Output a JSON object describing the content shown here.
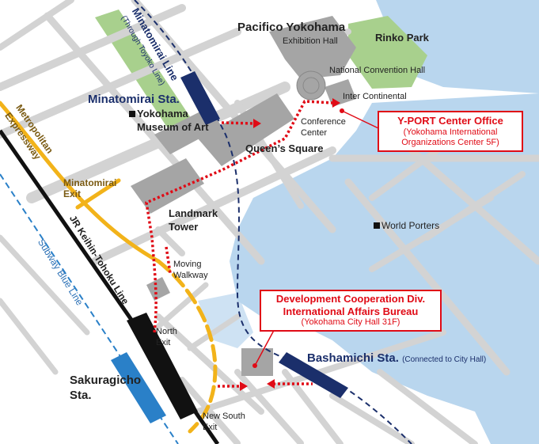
{
  "labels": {
    "pacifico": "Pacifico Yokohama",
    "exhibition_hall": "Exhibition Hall",
    "rinko_park": "Rinko Park",
    "national_convention_hall": "National Convention Hall",
    "inter_continental": "Inter Continental",
    "conference_center_1": "Conference",
    "conference_center_2": "Center",
    "minatomirai_line": "Minatomirai Line",
    "through_toyoko": "(Through Toyoko Line)",
    "minatomirai_sta": "Minatomirai Sta.",
    "museum_1": "Yokohama",
    "museum_2": "Museum of Art",
    "queens_square": "Queen’s Square",
    "metropolitan_1": "Metropolitan",
    "metropolitan_2": "Expressway",
    "minatomirai_exit_1": "Minatomirai",
    "minatomirai_exit_2": "Exit",
    "landmark_1": "Landmark",
    "landmark_2": "Tower",
    "world_porters": "World Porters",
    "moving_walkway_1": "Moving",
    "moving_walkway_2": "Walkway",
    "jr_line": "JR Keihin-Tohoku Line",
    "subway_blue": "Subway Blue Line",
    "north_exit_1": "North",
    "north_exit_2": "Exit",
    "sakuragicho_1": "Sakuragicho",
    "sakuragicho_2": "Sta.",
    "new_south_exit_1": "New South",
    "new_south_exit_2": "Exit",
    "bashamichi": "Bashamichi Sta.",
    "bashamichi_note": "(Connected to City Hall)"
  },
  "callouts": {
    "yport": {
      "title": "Y-PORT Center Office",
      "sub1": "(Yokohama International",
      "sub2": "Organizations Center 5F)"
    },
    "dev": {
      "title1": "Development Cooperation Div.",
      "title2": "International Affairs Bureau",
      "sub": "(Yokohama City Hall 31F)"
    }
  },
  "colors": {
    "water": "#b9d6ee",
    "park": "#a8d08d",
    "road": "#cfcfcf",
    "building": "#9e9e9e",
    "route": "#e00b16",
    "expressway": "#f2b31a",
    "minatomirai_line": "#1b2f6b",
    "subway": "#2a80c8",
    "jr": "#111111"
  }
}
